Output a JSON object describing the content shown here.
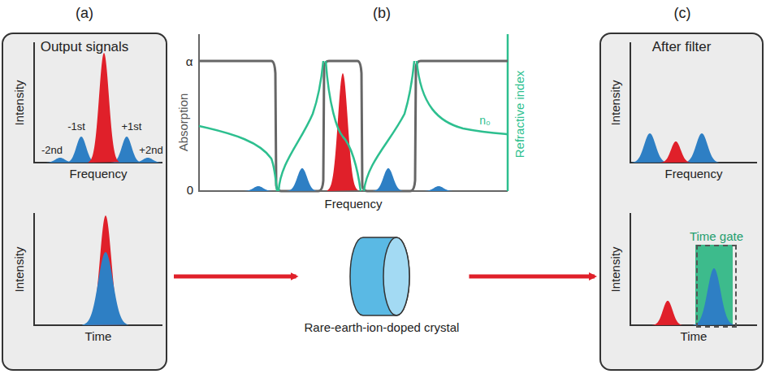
{
  "diagram": {
    "nodes": [
      {
        "text": [
          "Output signals"
        ]
      },
      {
        "text": [
          "Rare-earth-ion-doped crystal"
        ]
      },
      {
        "text": [
          "After filter"
        ]
      },
      {
        "text": [
          "Time gate"
        ],
        "in": 2
      }
    ],
    "edges": [
      {
        "from": 0,
        "to": 1,
        "arrow": "to"
      },
      {
        "from": 1,
        "to": 2,
        "arrow": "to"
      }
    ],
    "labels": [
      "(a)",
      "(b)",
      "(c)",
      "Intensity",
      "Frequency",
      "-2nd",
      "-1st",
      "+1st",
      "+2nd",
      "Intensity",
      "Time",
      "Absorption",
      "Refractive index",
      "α",
      "0",
      "n₀",
      "Frequency",
      "Intensity",
      "Frequency",
      "Intensity",
      "Time"
    ]
  }
}
